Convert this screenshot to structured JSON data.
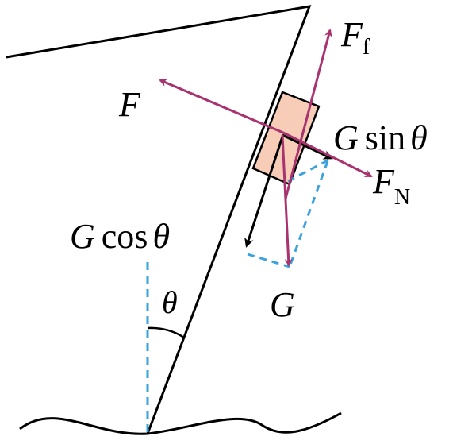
{
  "labels": {
    "friction": "F",
    "friction_sub": "f",
    "applied_force": "F",
    "normal": "F",
    "normal_sub": "N",
    "gsin_g": "G",
    "gsin_fn": "sin",
    "gsin_theta": "θ",
    "gcos_g": "G",
    "gcos_fn": "cos",
    "gcos_theta": "θ",
    "gravity": "G",
    "angle": "θ"
  },
  "colors": {
    "force_vector": "#a8336e",
    "component_vector": "#000000",
    "dashed_guide": "#3aa3dd",
    "block_fill": "#f7cdb8",
    "block_stroke": "#000000",
    "wall": "#000000"
  }
}
